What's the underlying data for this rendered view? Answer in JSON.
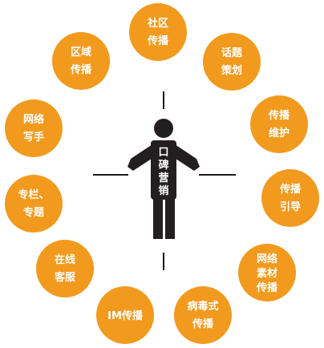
{
  "center": {
    "label": [
      "口",
      "碑",
      "营",
      "销"
    ]
  },
  "nodes": [
    {
      "id": "community",
      "lines": [
        "社区",
        "传播"
      ]
    },
    {
      "id": "topic",
      "lines": [
        "话题",
        "策划"
      ]
    },
    {
      "id": "maintain",
      "lines": [
        "传播",
        "维护"
      ]
    },
    {
      "id": "guide",
      "lines": [
        "传播",
        "引导"
      ]
    },
    {
      "id": "material",
      "lines": [
        "网络",
        "素材",
        "传播"
      ]
    },
    {
      "id": "virus",
      "lines": [
        "病毒式",
        "传播"
      ]
    },
    {
      "id": "im",
      "lines": [
        "IM传播"
      ]
    },
    {
      "id": "online-service",
      "lines": [
        "在线",
        "客服"
      ]
    },
    {
      "id": "column",
      "lines": [
        "专栏、",
        "专题"
      ]
    },
    {
      "id": "web-writer",
      "lines": [
        "网络",
        "写手"
      ]
    },
    {
      "id": "regional",
      "lines": [
        "区域",
        "传播"
      ]
    }
  ],
  "colors": {
    "node_fill": "#f29a1e",
    "node_text": "#ffffff",
    "figure": "#231f20"
  }
}
